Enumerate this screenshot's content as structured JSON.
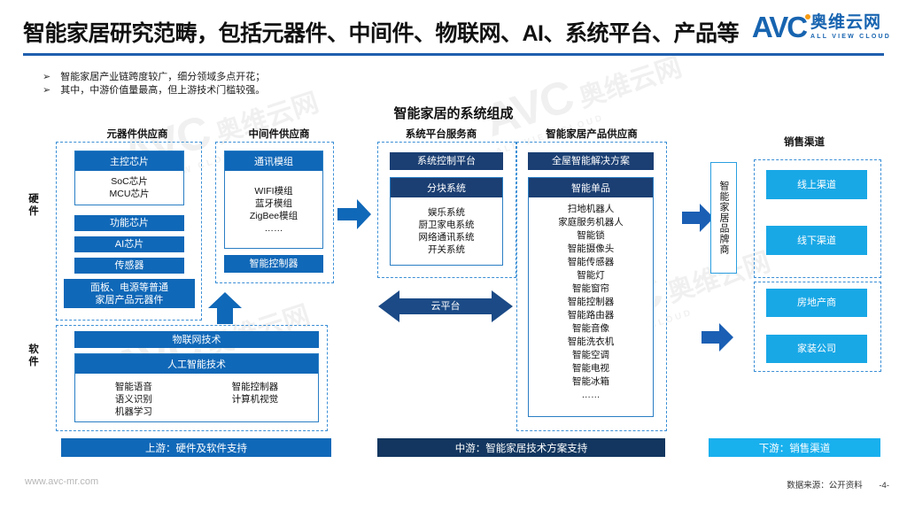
{
  "header": {
    "title": "智能家居研究范畴，包括元器件、中间件、物联网、AI、系统平台、产品等",
    "logo_mark": "AVC",
    "logo_cn": "奥维云网",
    "logo_en": "ALL VIEW CLOUD"
  },
  "bullets": [
    "智能家居产业链跨度较广，细分领域多点开花；",
    "其中，中游价值量最高，但上游技术门槛较强。"
  ],
  "bullet_marker": "➢",
  "diagram": {
    "title": "智能家居的系统组成",
    "column_captions": {
      "components": "元器件供应商",
      "middleware": "中间件供应商",
      "platform": "系统平台服务商",
      "products": "智能家居产品供应商",
      "channels": "销售渠道"
    },
    "side_labels": {
      "hardware": "硬\n件",
      "software": "软\n件"
    },
    "components": {
      "main_chip_header": "主控芯片",
      "main_chip_items": [
        "SoC芯片",
        "MCU芯片"
      ],
      "boxes": [
        "功能芯片",
        "AI芯片",
        "传感器"
      ],
      "generic_box": "面板、电源等普通\n家居产品元器件"
    },
    "software": {
      "iot": "物联网技术",
      "ai_header": "人工智能技术",
      "ai_left": [
        "智能语音",
        "语义识别",
        "机器学习"
      ],
      "ai_right": [
        "智能控制器",
        "计算机视觉"
      ]
    },
    "middleware": {
      "module_header": "通讯模组",
      "module_items": [
        "WIFI模组",
        "蓝牙模组",
        "ZigBee模组",
        "……"
      ],
      "controller": "智能控制器"
    },
    "platform": {
      "control_platform": "系统控制平台",
      "subsystem_header": "分块系统",
      "subsystem_items": [
        "娱乐系统",
        "厨卫家电系统",
        "网络通讯系统",
        "开关系统"
      ]
    },
    "cloud_arrow_label": "云平台",
    "products": {
      "whole_house": "全屋智能解决方案",
      "single_header": "智能单品",
      "single_items": [
        "扫地机器人",
        "家庭服务机器人",
        "智能锁",
        "智能摄像头",
        "智能传感器",
        "智能灯",
        "智能窗帘",
        "智能控制器",
        "智能路由器",
        "智能音像",
        "智能洗衣机",
        "智能空调",
        "智能电视",
        "智能冰箱",
        "……"
      ]
    },
    "brand_box": "智能家居品牌商",
    "channels_group_1": [
      "线上渠道",
      "线下渠道"
    ],
    "channels_group_2": [
      "房地产商",
      "家装公司"
    ]
  },
  "banners": {
    "upstream": "上游：硬件及软件支持",
    "midstream": "中游：智能家居技术方案支持",
    "downstream": "下游：销售渠道"
  },
  "footer": {
    "site": "www.avc-mr.com",
    "source": "数据来源：公开资料",
    "page": "-4-"
  },
  "colors": {
    "blue": "#1068b8",
    "navy": "#1b3f73",
    "cyan": "#19a8e6",
    "rule": "#1f5fae",
    "dash_border": "#3b8fd6",
    "logo_orange": "#f59b13"
  }
}
